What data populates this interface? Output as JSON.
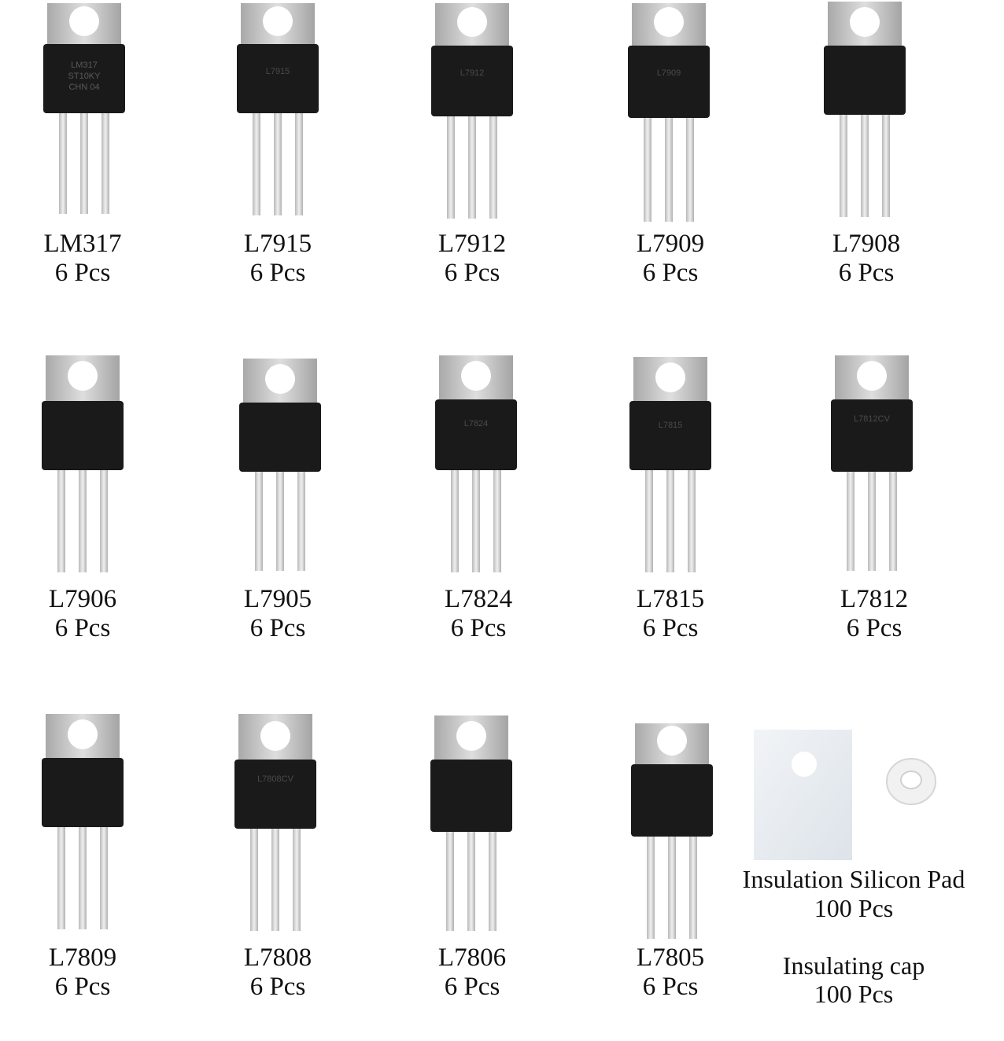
{
  "colors": {
    "background": "#ffffff",
    "tab_metal": "#c7c7c7",
    "tab_hole": "#ffffff",
    "package_body": "#1a1a1a",
    "lead_metal": "#d6d6d6",
    "pad": "#e6eaee",
    "caption_text": "#111111"
  },
  "components": [
    {
      "name": "LM317",
      "qty": "6 Pcs",
      "marking_lines": [
        "LM317",
        "ST10KY",
        "CHN 04"
      ]
    },
    {
      "name": "L7915",
      "qty": "6 Pcs",
      "marking_lines": [
        "L7915",
        "",
        ""
      ]
    },
    {
      "name": "L7912",
      "qty": "6 Pcs",
      "marking_lines": [
        "L7912",
        "",
        ""
      ]
    },
    {
      "name": "L7909",
      "qty": "6 Pcs",
      "marking_lines": [
        "L7909",
        "",
        ""
      ]
    },
    {
      "name": "L7908",
      "qty": "6 Pcs",
      "marking_lines": [
        "",
        "",
        ""
      ]
    },
    {
      "name": "L7906",
      "qty": "6 Pcs",
      "marking_lines": [
        "",
        "",
        ""
      ]
    },
    {
      "name": "L7905",
      "qty": "6 Pcs",
      "marking_lines": [
        "",
        "",
        ""
      ]
    },
    {
      "name": "L7824",
      "qty": "6 Pcs",
      "marking_lines": [
        "L7824",
        "",
        ""
      ]
    },
    {
      "name": "L7815",
      "qty": "6 Pcs",
      "marking_lines": [
        "L7815",
        "",
        ""
      ]
    },
    {
      "name": "L7812",
      "qty": "6 Pcs",
      "marking_lines": [
        "L7812CV",
        "",
        ""
      ]
    },
    {
      "name": "L7809",
      "qty": "6 Pcs",
      "marking_lines": [
        "",
        "",
        ""
      ]
    },
    {
      "name": "L7808",
      "qty": "6 Pcs",
      "marking_lines": [
        "L7808CV",
        "",
        ""
      ]
    },
    {
      "name": "L7806",
      "qty": "6 Pcs",
      "marking_lines": [
        "",
        "",
        ""
      ]
    },
    {
      "name": "L7805",
      "qty": "6 Pcs",
      "marking_lines": [
        "",
        "",
        ""
      ]
    }
  ],
  "accessories": {
    "pad": {
      "name": "Insulation Silicon Pad",
      "qty": "100 Pcs"
    },
    "cap": {
      "name": "Insulating cap",
      "qty": "100 Pcs"
    }
  }
}
